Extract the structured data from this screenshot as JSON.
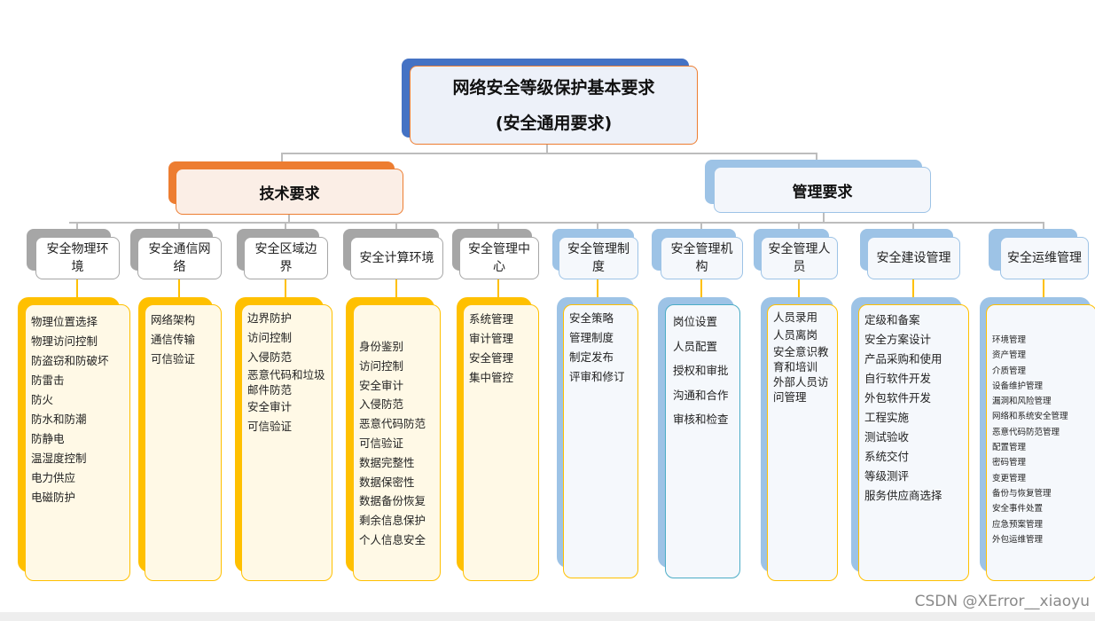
{
  "title": {
    "line1": "网络安全等级保护基本要求",
    "line2": "(安全通用要求)"
  },
  "groups": [
    {
      "label": "技术要求",
      "accent": "#ed7d31",
      "columns": [
        {
          "header": "安全物理环境",
          "items": [
            "物理位置选择",
            "物理访问控制",
            "防盗窃和防破坏",
            "防雷击",
            "防火",
            "防水和防潮",
            "防静电",
            "温湿度控制",
            "电力供应",
            "电磁防护"
          ]
        },
        {
          "header": "安全通信网络",
          "items": [
            "网络架构",
            "通信传输",
            "可信验证"
          ]
        },
        {
          "header": "安全区域边界",
          "items": [
            "边界防护",
            "访问控制",
            "入侵防范",
            "恶意代码和垃圾邮件防范",
            "安全审计",
            "可信验证"
          ]
        },
        {
          "header": "安全计算环境",
          "items": [
            "身份鉴别",
            "访问控制",
            "安全审计",
            "入侵防范",
            "恶意代码防范",
            "可信验证",
            "数据完整性",
            "数据保密性",
            "数据备份恢复",
            "剩余信息保护",
            "个人信息安全"
          ]
        },
        {
          "header": "安全管理中心",
          "items": [
            "系统管理",
            "审计管理",
            "安全管理",
            "集中管控"
          ]
        }
      ]
    },
    {
      "label": "管理要求",
      "accent": "#9dc3e6",
      "columns": [
        {
          "header": "安全管理制度",
          "items": [
            "安全策略",
            "管理制度",
            "制定发布",
            "评审和修订"
          ]
        },
        {
          "header": "安全管理机构",
          "items": [
            "岗位设置",
            "人员配置",
            "授权和审批",
            "沟通和合作",
            "审核和检查"
          ]
        },
        {
          "header": "安全管理人员",
          "items": [
            "人员录用",
            "人员离岗",
            "安全意识教育和培训",
            "外部人员访问管理"
          ]
        },
        {
          "header": "安全建设管理",
          "items": [
            "定级和备案",
            "安全方案设计",
            "产品采购和使用",
            "自行软件开发",
            "外包软件开发",
            "工程实施",
            "测试验收",
            "系统交付",
            "等级测评",
            "服务供应商选择"
          ]
        },
        {
          "header": "安全运维管理",
          "items": [
            "环境管理",
            "资产管理",
            "介质管理",
            "设备维护管理",
            "漏洞和风险管理",
            "网络和系统安全管理",
            "恶意代码防范管理",
            "配置管理",
            "密码管理",
            "变更管理",
            "备份与恢复管理",
            "安全事件处置",
            "应急预案管理",
            "外包运维管理"
          ]
        }
      ]
    }
  ],
  "watermark": "CSDN @XError__xiaoyu"
}
